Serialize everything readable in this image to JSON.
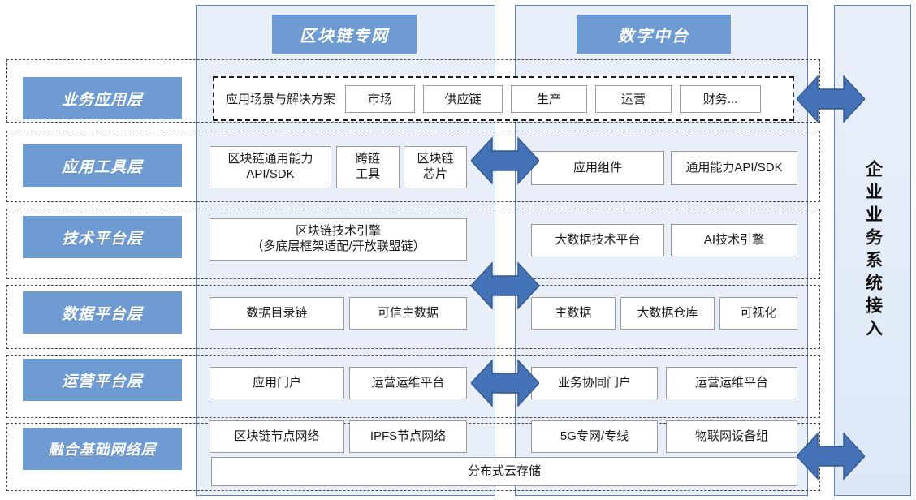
{
  "diagram": {
    "title_left": "区块链专网",
    "title_right": "数字中台",
    "access_label": "企业业务系统接入"
  },
  "layers": [
    {
      "name": "业务应用层"
    },
    {
      "name": "应用工具层"
    },
    {
      "name": "技术平台层"
    },
    {
      "name": "数据平台层"
    },
    {
      "name": "运营平台层"
    },
    {
      "name": "融合基础网络层"
    }
  ],
  "business_application": {
    "label": "应用场景与解决方案",
    "domains": [
      "市场",
      "供应链",
      "生产",
      "运营",
      "财务..."
    ]
  },
  "app_tools": {
    "left": [
      "区块链通用能力\nAPI/SDK",
      "跨链\n工具",
      "区块链\n芯片"
    ],
    "right": [
      "应用组件",
      "通用能力API/SDK"
    ]
  },
  "tech_platform": {
    "left": [
      "区块链技术引擎\n（多底层框架适配/开放联盟链）"
    ],
    "right": [
      "大数据技术平台",
      "AI技术引擎"
    ]
  },
  "data_platform": {
    "left": [
      "数据目录链",
      "可信主数据"
    ],
    "right": [
      "主数据",
      "大数据仓库",
      "可视化"
    ]
  },
  "ops_platform": {
    "left": [
      "应用门户",
      "运营运维平台"
    ],
    "right": [
      "业务协同门户",
      "运营运维平台"
    ]
  },
  "network_layer": {
    "left": [
      "区块链节点网络",
      "IPFS节点网络"
    ],
    "right": [
      "5G专网/专线",
      "物联网设备组"
    ],
    "full_width": "分布式云存储"
  },
  "icons": {
    "arrow_mid_1": "double-arrow-icon",
    "arrow_mid_2": "double-arrow-icon",
    "arrow_mid_3": "double-arrow-icon",
    "arrow_right_top": "double-arrow-icon",
    "arrow_right_bottom": "double-arrow-icon"
  },
  "colors": {
    "accent_blue": "#6E9BD2",
    "panel_fill": "#E8EFF9",
    "panel_border": "#5B84C4",
    "arrow_fill": "#4472B6",
    "box_border": "#9A9A9A"
  }
}
